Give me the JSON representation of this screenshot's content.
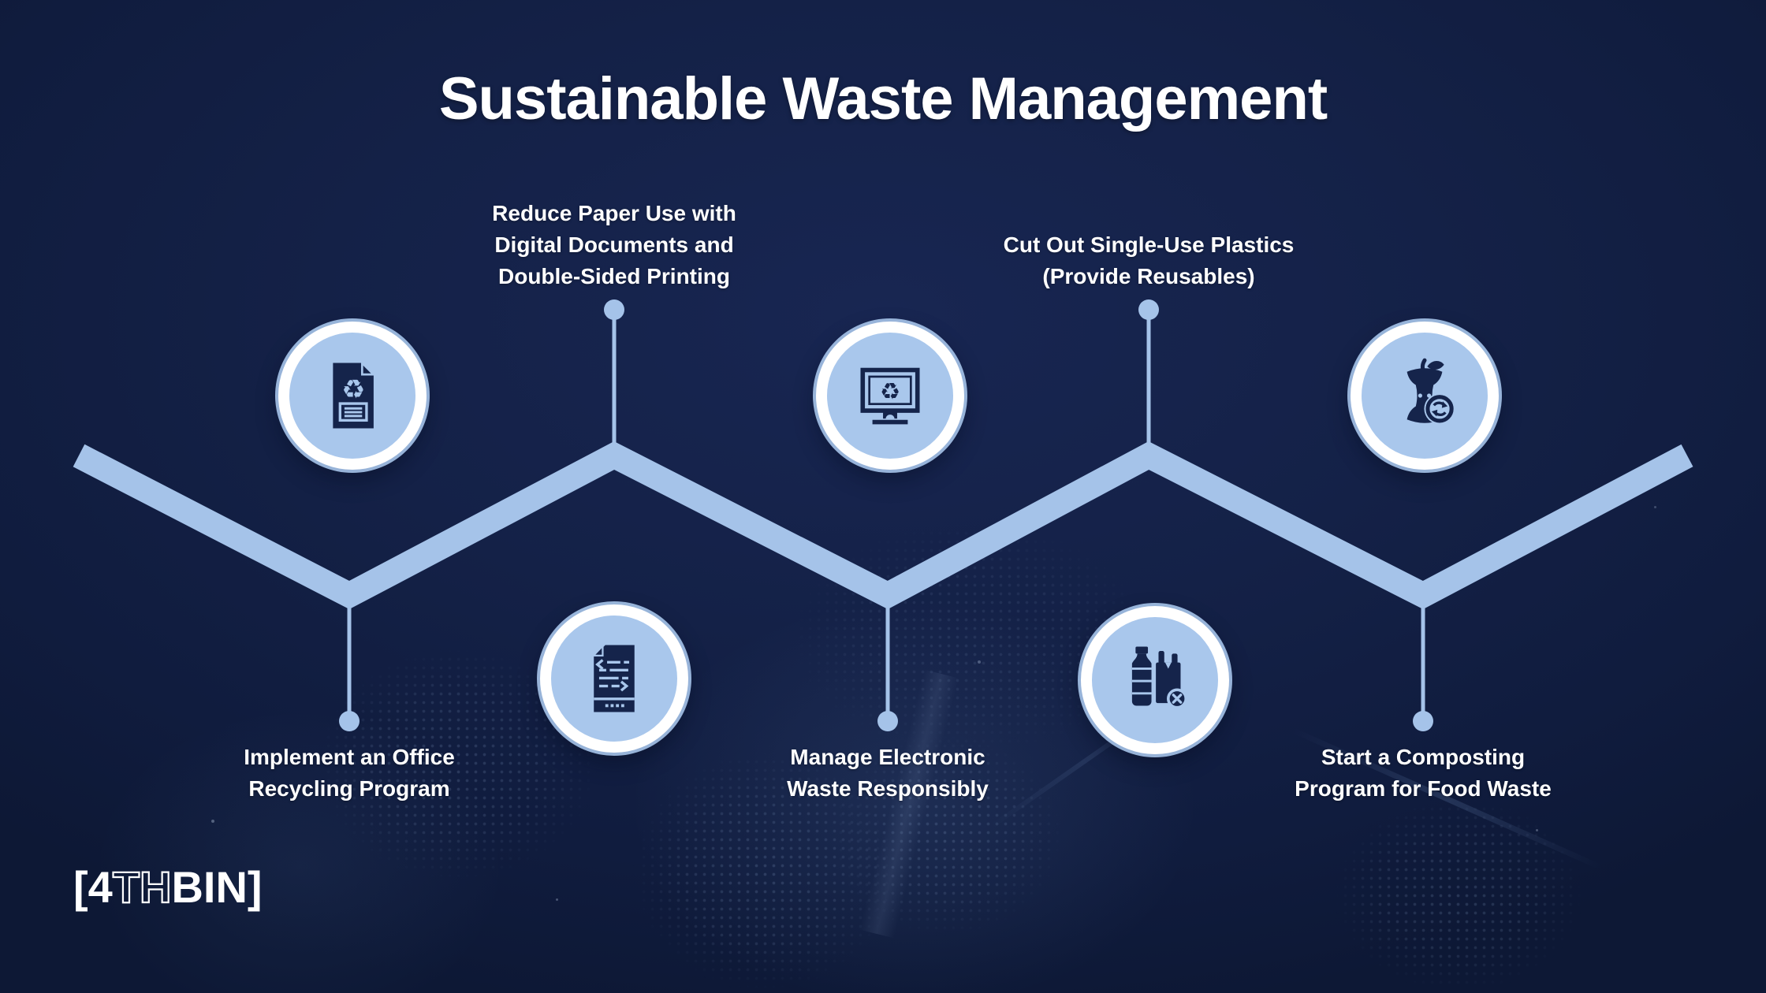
{
  "title": "Sustainable Waste Management",
  "brand": {
    "name": "4THBIN",
    "bracket_open": "[",
    "solid_prefix": "4",
    "outline_part": "TH",
    "solid_suffix": "BIN",
    "bracket_close": "]"
  },
  "colors": {
    "background_navy": "#142147",
    "accent_light_blue": "#A5C3E9",
    "circle_fill": "#A9C7EC",
    "ring_white": "#FFFFFF",
    "icon_navy": "#15244B",
    "text_white": "#FFFFFF"
  },
  "timeline": {
    "shape": "zigzag",
    "num_steps": 5,
    "connector_dots": 5
  },
  "steps": [
    {
      "label": "Implement an Office Recycling Program",
      "lines": [
        "Implement an Office",
        "Recycling Program"
      ],
      "icon": "recycling-document-icon",
      "circle_position": "above-line",
      "label_position": "below-line"
    },
    {
      "label": "Reduce Paper Use with Digital Documents and Double-Sided Printing",
      "lines": [
        "Reduce Paper Use with",
        "Digital Documents and",
        "Double-Sided Printing"
      ],
      "icon": "digital-document-icon",
      "circle_position": "below-line",
      "label_position": "above-line"
    },
    {
      "label": "Manage Electronic Waste Responsibly",
      "lines": [
        "Manage Electronic",
        "Waste Responsibly"
      ],
      "icon": "monitor-recycle-icon",
      "circle_position": "above-line",
      "label_position": "below-line"
    },
    {
      "label": "Cut Out Single-Use Plastics (Provide Reusables)",
      "lines": [
        "Cut Out Single-Use Plastics",
        "(Provide Reusables)"
      ],
      "icon": "no-single-use-plastics-icon",
      "circle_position": "below-line",
      "label_position": "above-line"
    },
    {
      "label": "Start a Composting Program for Food Waste",
      "lines": [
        "Start a Composting",
        "Program for Food Waste"
      ],
      "icon": "compost-food-waste-icon",
      "circle_position": "above-line",
      "label_position": "below-line"
    }
  ]
}
